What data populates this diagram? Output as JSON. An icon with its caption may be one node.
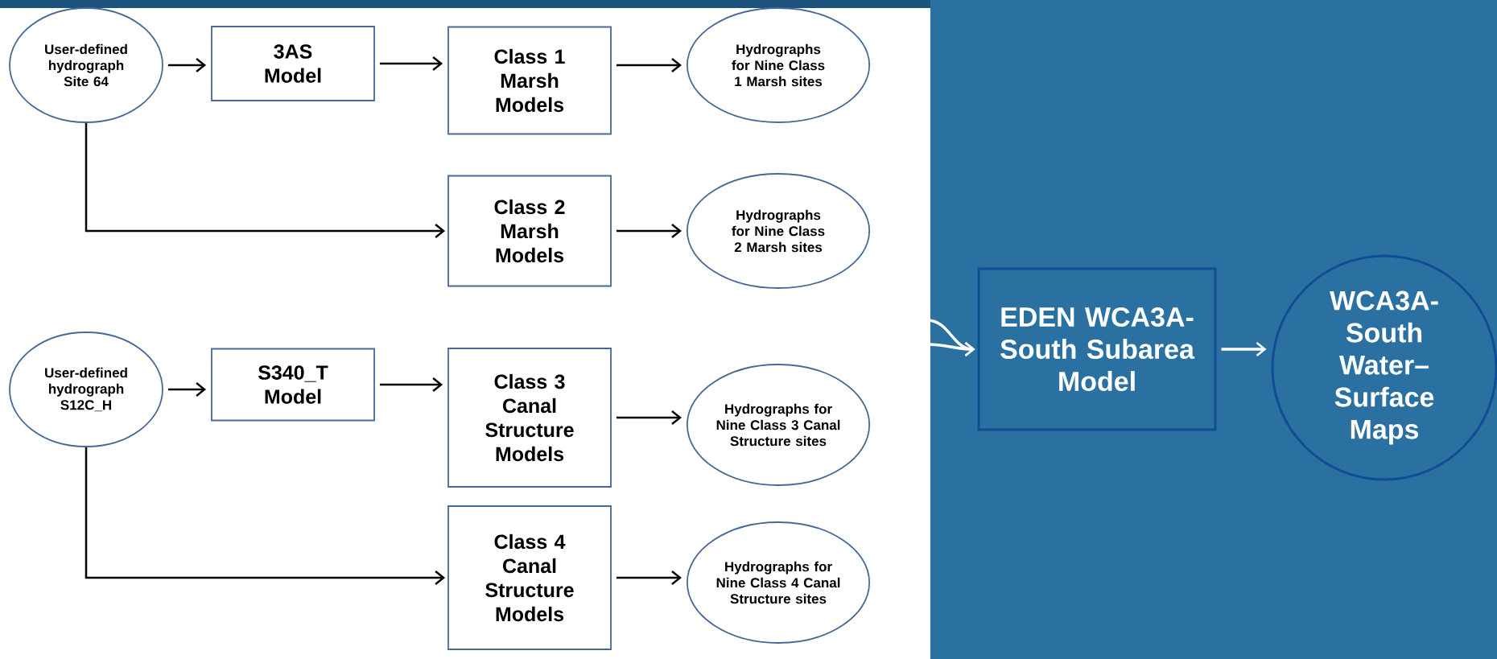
{
  "diagram": {
    "nodes": [
      {
        "text": [
          "User-defined hydrograph Site 64"
        ]
      },
      {
        "text": [
          "3AS Model"
        ]
      },
      {
        "text": [
          "Class 1 Marsh Models"
        ]
      },
      {
        "text": [
          "Hydrographs for Nine Class 1 Marsh sites"
        ]
      },
      {
        "text": [
          "Class 2 Marsh Models"
        ]
      },
      {
        "text": [
          "Hydrographs for Nine Class 2 Marsh sites"
        ]
      },
      {
        "text": [
          "User-defined hydrograph S12C_H"
        ]
      },
      {
        "text": [
          "S340_T Model"
        ]
      },
      {
        "text": [
          "Class 3 Canal Structure Models"
        ]
      },
      {
        "text": [
          "Hydrographs for Nine Class 3 Canal Structure sites"
        ]
      },
      {
        "text": [
          "Class 4 Canal Structure Models"
        ]
      },
      {
        "text": [
          "Hydrographs for Nine Class 4 Canal Structure sites"
        ]
      },
      {
        "text": [
          "EDEN WCA3A-South Subarea Model"
        ]
      },
      {
        "text": [
          "WCA3A- South Water– Surface Maps"
        ]
      }
    ],
    "edges": [
      {
        "from": 0,
        "to": 1,
        "arrow": "to"
      },
      {
        "from": 1,
        "to": 2,
        "arrow": "to"
      },
      {
        "from": 2,
        "to": 3,
        "arrow": "to"
      },
      {
        "from": 0,
        "to": 4,
        "arrow": "to"
      },
      {
        "from": 4,
        "to": 5,
        "arrow": "to"
      },
      {
        "from": 6,
        "to": 7,
        "arrow": "to"
      },
      {
        "from": 7,
        "to": 8,
        "arrow": "to"
      },
      {
        "from": 8,
        "to": 9,
        "arrow": "to"
      },
      {
        "from": 6,
        "to": 10,
        "arrow": "to"
      },
      {
        "from": 10,
        "to": 11,
        "arrow": "to"
      },
      {
        "from": null,
        "to": 12,
        "arrow": "to",
        "color": "#ffffff"
      },
      {
        "from": null,
        "to": 12,
        "arrow": "to",
        "color": "#ffffff"
      },
      {
        "from": 12,
        "to": 13,
        "arrow": "to",
        "color": "#ffffff"
      }
    ]
  }
}
